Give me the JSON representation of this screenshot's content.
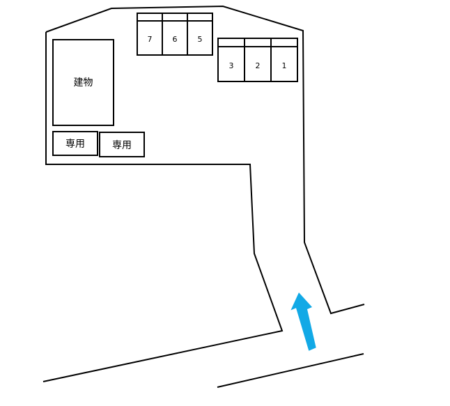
{
  "site_map": {
    "building_label": "建物",
    "reserved_labels": [
      "専用",
      "専用"
    ],
    "parking_top_row": [
      "7",
      "6",
      "5"
    ],
    "parking_right_row": [
      "3",
      "2",
      "1"
    ],
    "arrow_color": "#12A9E6",
    "arrow_icon": "entrance-arrow-icon"
  }
}
